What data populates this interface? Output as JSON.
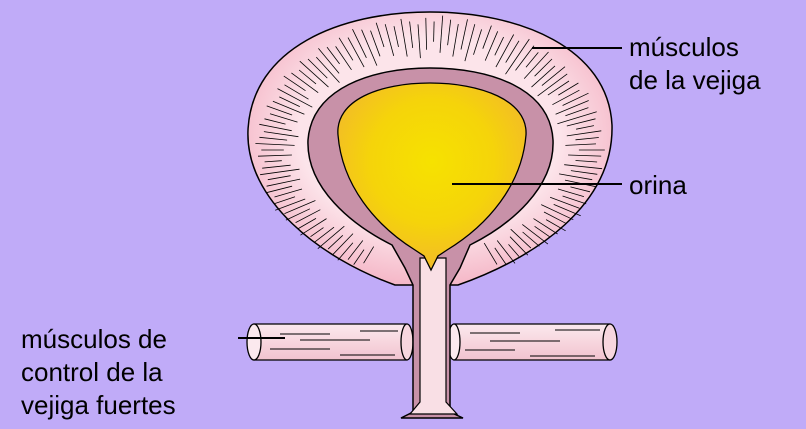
{
  "labels": {
    "bladder_muscles_line1": "músculos",
    "bladder_muscles_line2": "de la vejiga",
    "urine": "orina",
    "control_muscles_line1": "músculos de",
    "control_muscles_line2": "control de la",
    "control_muscles_line3": "vejiga fuertes"
  },
  "colors": {
    "background": "#c0abf8",
    "bladder_muscle_outer": "#f5b8c8",
    "bladder_muscle_inner": "#fce4ea",
    "bladder_wall": "#c891a8",
    "urine_center": "#f6e200",
    "urine_edge": "#f2b82c",
    "urethra": "#f9dfe5",
    "outline": "#000000"
  }
}
